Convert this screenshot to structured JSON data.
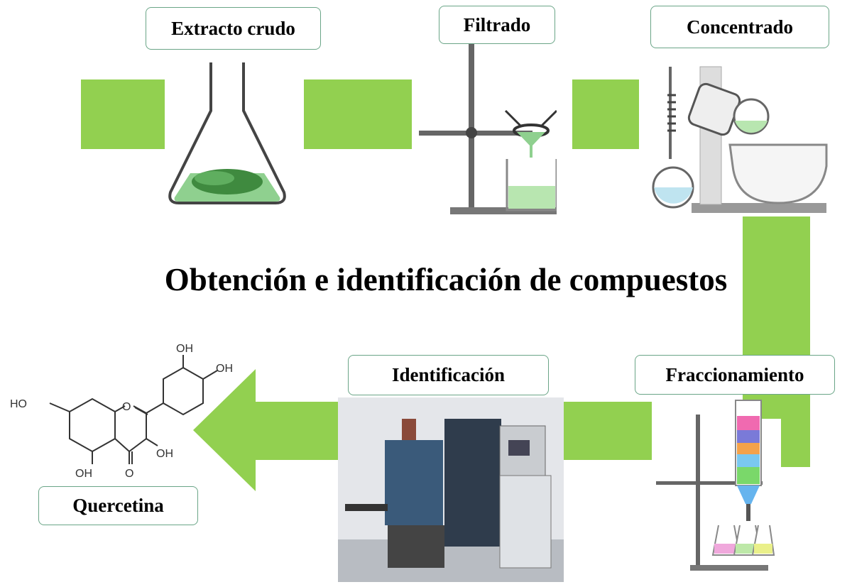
{
  "title": "Obtención e identificación de compuestos",
  "steps": {
    "extract": "Extracto crudo",
    "filter": "Filtrado",
    "concentrate": "Concentrado",
    "fraction": "Fraccionamiento",
    "identify": "Identificación",
    "result": "Quercetina"
  },
  "molecule": {
    "oh1": "OH",
    "oh2": "OH",
    "ho": "HO",
    "oh3": "OH",
    "oh4": "OH",
    "o_ring": "O",
    "o_keto": "O"
  },
  "colors": {
    "arrow": "#92d050",
    "border": "#6aa587"
  }
}
